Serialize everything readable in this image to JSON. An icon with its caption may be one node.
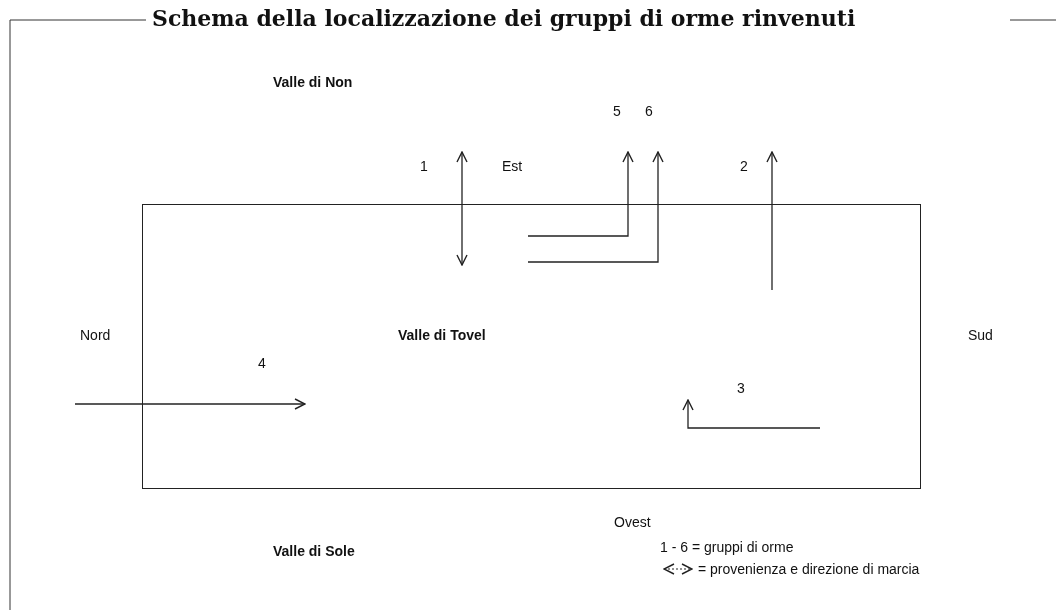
{
  "diagram": {
    "title": "Schema della localizzazione dei gruppi di orme rinvenuti",
    "nodes": [
      {
        "text": [
          "Valle di Tovel"
        ]
      }
    ],
    "labels": [
      "Valle di Non",
      "5",
      "6",
      "1",
      "Est",
      "2",
      "Nord",
      "Sud",
      "4",
      "3",
      "Ovest",
      "Valle di Sole",
      "1 - 6 = gruppi di orme"
    ],
    "legend": [
      {
        "text": "= provenienza e direzione di marcia"
      }
    ]
  }
}
